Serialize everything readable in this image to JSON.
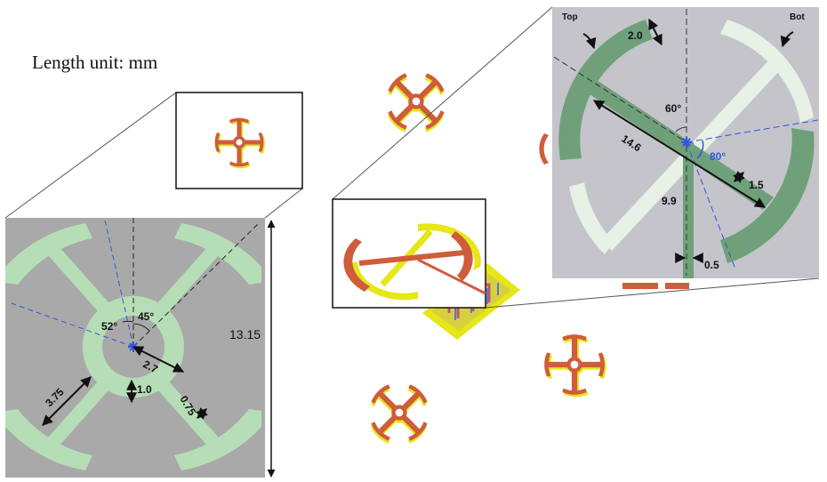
{
  "unit_label": "Length unit: mm",
  "dims_left": {
    "d_13_15": "13.15",
    "d_3_75": "3.75",
    "d_2_7": "2.7",
    "d_1_0": "1.0",
    "d_0_75": "0.75",
    "a_52": "52°",
    "a_45": "45°"
  },
  "dims_right": {
    "top": "Top",
    "bot": "Bot",
    "d_2_0": "2.0",
    "a_60": "60°",
    "a_80": "80°",
    "d_14_6": "14.6",
    "d_1_5": "1.5",
    "d_9_9": "9.9",
    "d_0_5": "0.5"
  },
  "colors": {
    "panel_bg": "#a9a9a9",
    "panel_bg_right": "#c4c4ca",
    "light_green": "#b6deb6",
    "dark_green": "#6fa07a",
    "ring_red": "#cf5c3a",
    "ring_yellow": "#e6e619",
    "blue_dash": "#3355dd",
    "black": "#111111"
  }
}
